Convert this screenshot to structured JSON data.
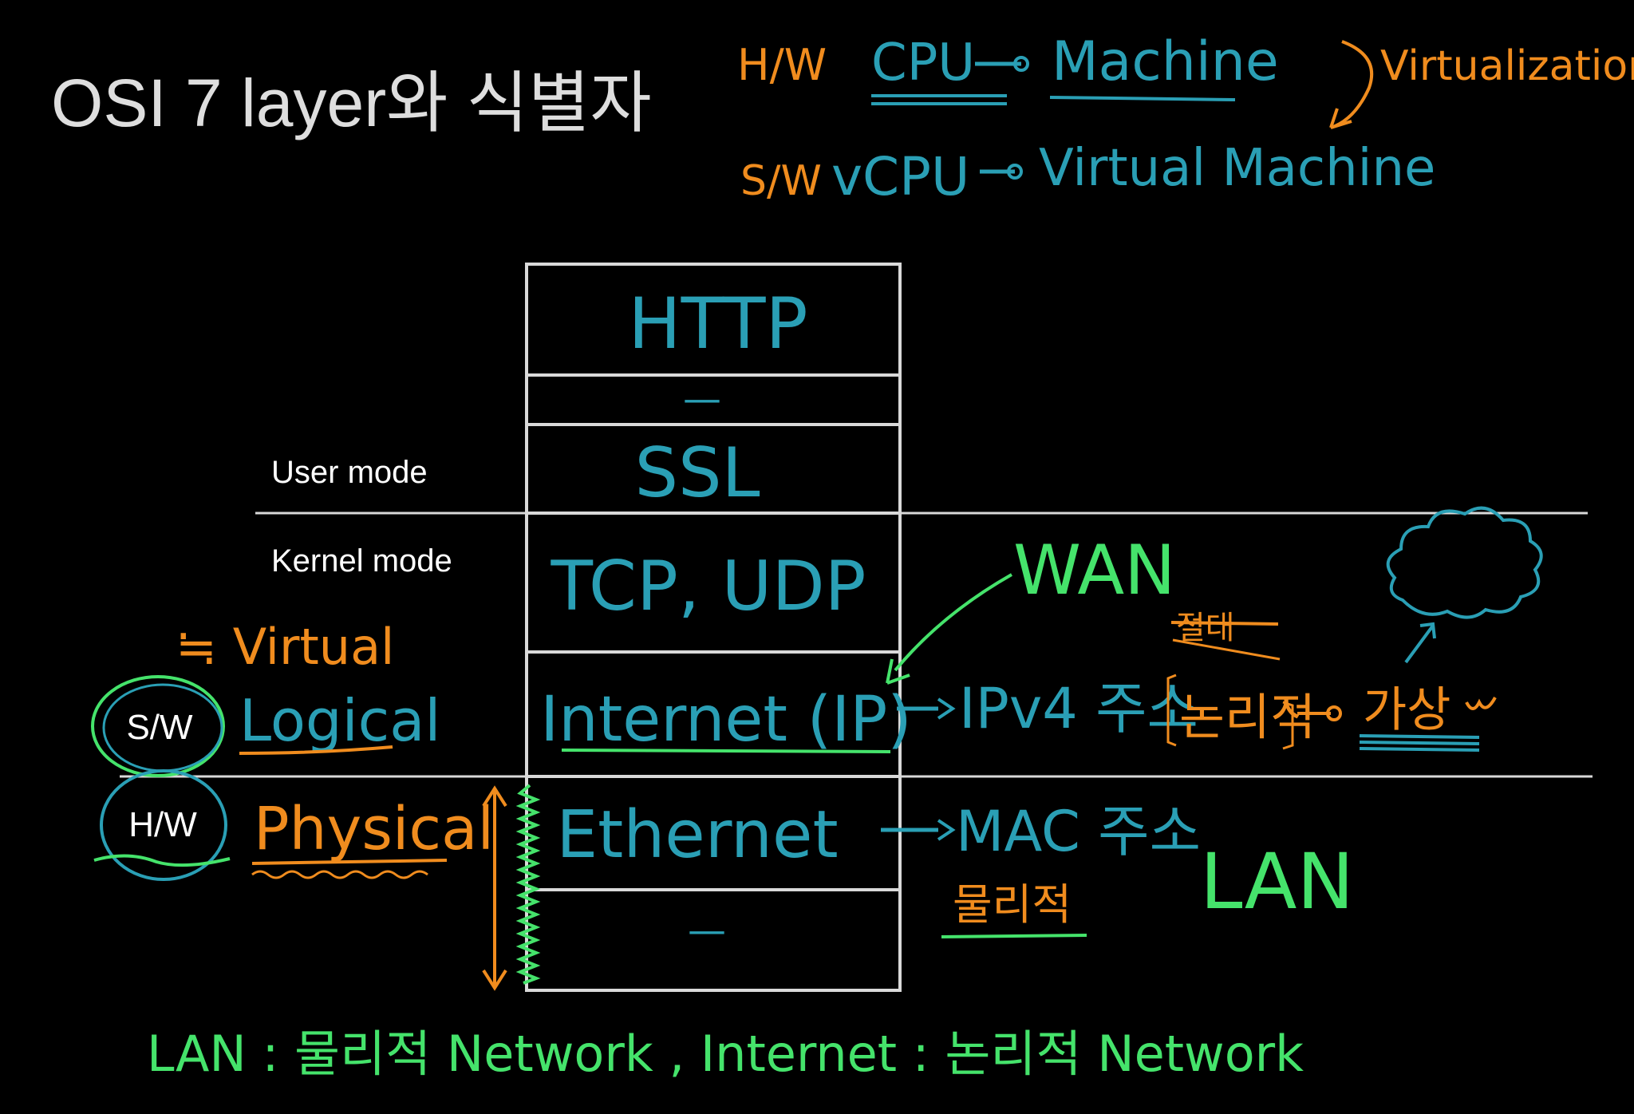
{
  "title": "OSI 7 layer와 식별자",
  "mode_labels": {
    "user": "User mode",
    "kernel": "Kernel mode"
  },
  "layers": [
    "HTTP",
    "—",
    "SSL",
    "TCP, UDP",
    "Internet (IP)",
    "Ethernet",
    "—"
  ],
  "circle_labels": {
    "sw": "S/W",
    "hw": "H/W"
  },
  "left_notes": {
    "virtual": "≒ Virtual",
    "logical": "Logical",
    "physical": "Physical"
  },
  "top_notes": {
    "hw": "H/W",
    "cpu": "CPU",
    "machine": "Machine",
    "sw": "S/W",
    "vcpu": "vCPU",
    "virtual_machine": "Virtual Machine",
    "virtualization": "Virtualization"
  },
  "right_notes": {
    "wan": "WAN",
    "ipv4": "IPv4 주소",
    "struck": "절대",
    "logical_ko": "논리적",
    "virtual_ko": "가상",
    "mac": "MAC 주소",
    "physical_ko": "물리적",
    "lan": "LAN"
  },
  "bottom_note": "LAN : 물리적 Network , Internet : 논리적 Network",
  "colors": {
    "background": "#000000",
    "title": "#dedede",
    "white": "#ffffff",
    "box": "#d9d9d9",
    "teal": "#2a9fb5",
    "green": "#45e36b",
    "orange": "#f08c1e"
  }
}
